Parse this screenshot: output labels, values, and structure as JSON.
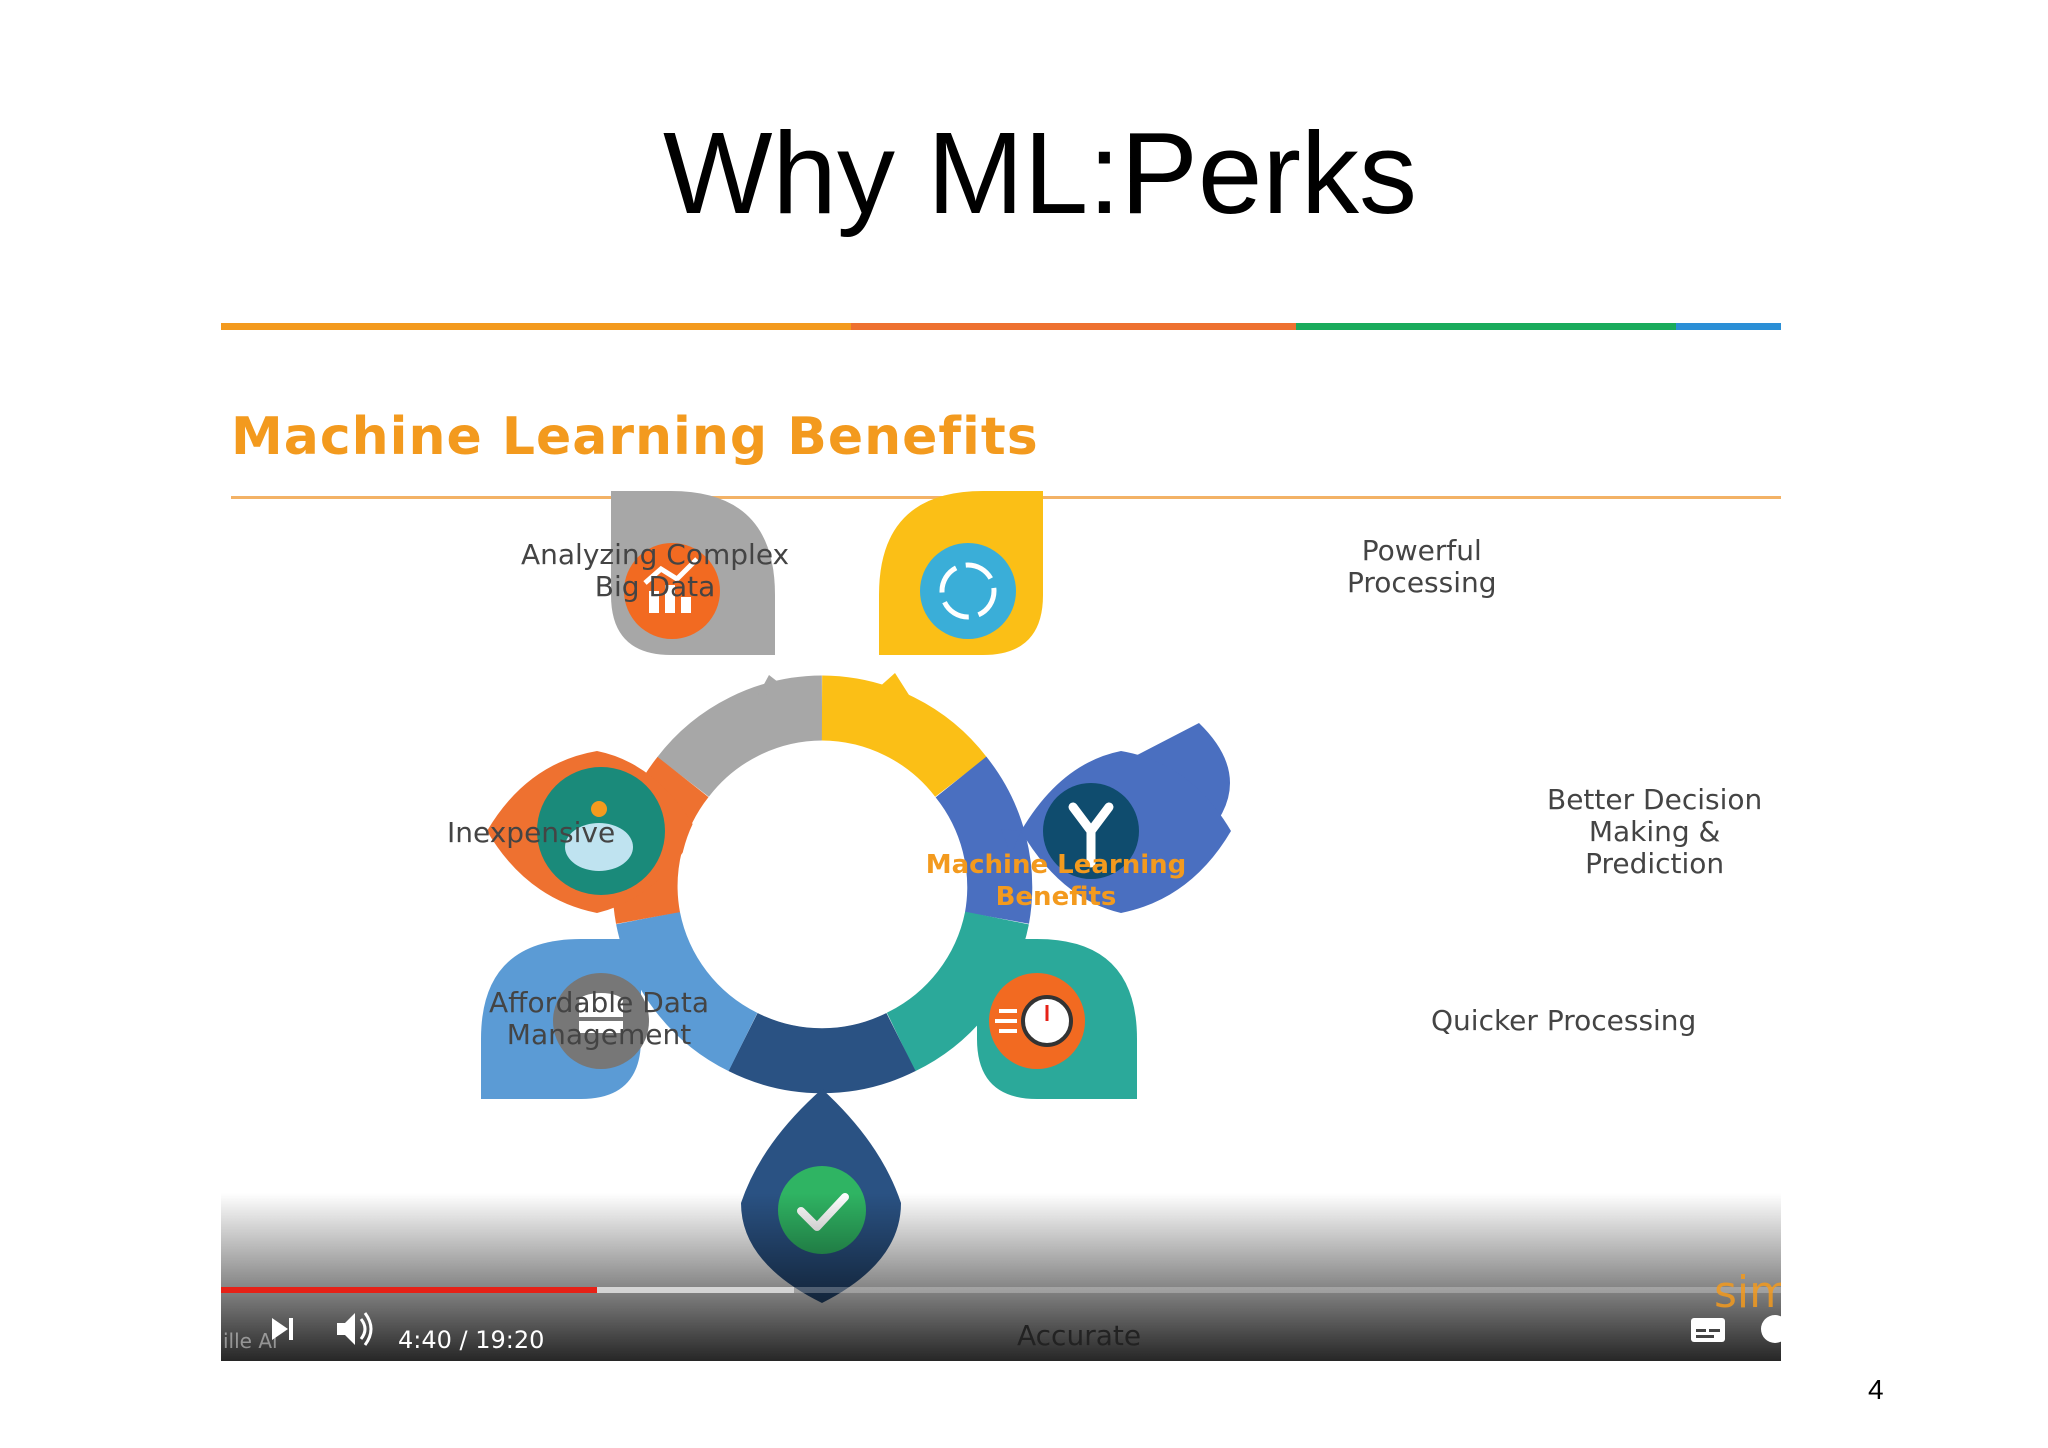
{
  "slide": {
    "title": "Why ML:Perks",
    "page_number": "4"
  },
  "video": {
    "heading": "Machine Learning Benefits",
    "center_label_line1": "Machine Learning",
    "center_label_line2": "Benefits",
    "benefits": [
      {
        "lines": [
          "Analyzing Complex",
          "Big Data"
        ],
        "icon": "bar-chart-icon",
        "color": "#f26a21"
      },
      {
        "lines": [
          "Powerful",
          "Processing"
        ],
        "icon": "refresh-cycle-icon",
        "color": "#3aaed8"
      },
      {
        "lines": [
          "Better Decision",
          "Making &",
          "Prediction"
        ],
        "icon": "split-arrow-icon",
        "color": "#4a6fc0"
      },
      {
        "lines": [
          "Quicker Processing"
        ],
        "icon": "stopwatch-icon",
        "color": "#2ba99a"
      },
      {
        "lines": [
          "Accurate"
        ],
        "icon": "checkmark-icon",
        "color": "#2fb463"
      },
      {
        "lines": [
          "Affordable Data",
          "Management"
        ],
        "icon": "database-icon",
        "color": "#5b9bd5"
      },
      {
        "lines": [
          "Inexpensive"
        ],
        "icon": "piggy-bank-icon",
        "color": "#1a8a7a"
      }
    ],
    "player": {
      "current_time": "4:40",
      "duration": "19:20",
      "time_text": "4:40 / 19:20",
      "progress_fraction": 0.241,
      "buffered_fraction": 0.367,
      "playlist_hint": "ille Al",
      "brand_fragment": "sim"
    },
    "colors": {
      "orange": "#f39a1e",
      "red_orange": "#ee7130",
      "green": "#1aab5c",
      "blue": "#2b8fd6",
      "gray": "#a7a7a7",
      "yellow": "#fbbf16",
      "ring_blue": "#4a6fc0",
      "teal": "#2ba99a",
      "navy": "#2a5283",
      "light_blue": "#5b9bd5",
      "progress_red": "#e62117"
    }
  }
}
